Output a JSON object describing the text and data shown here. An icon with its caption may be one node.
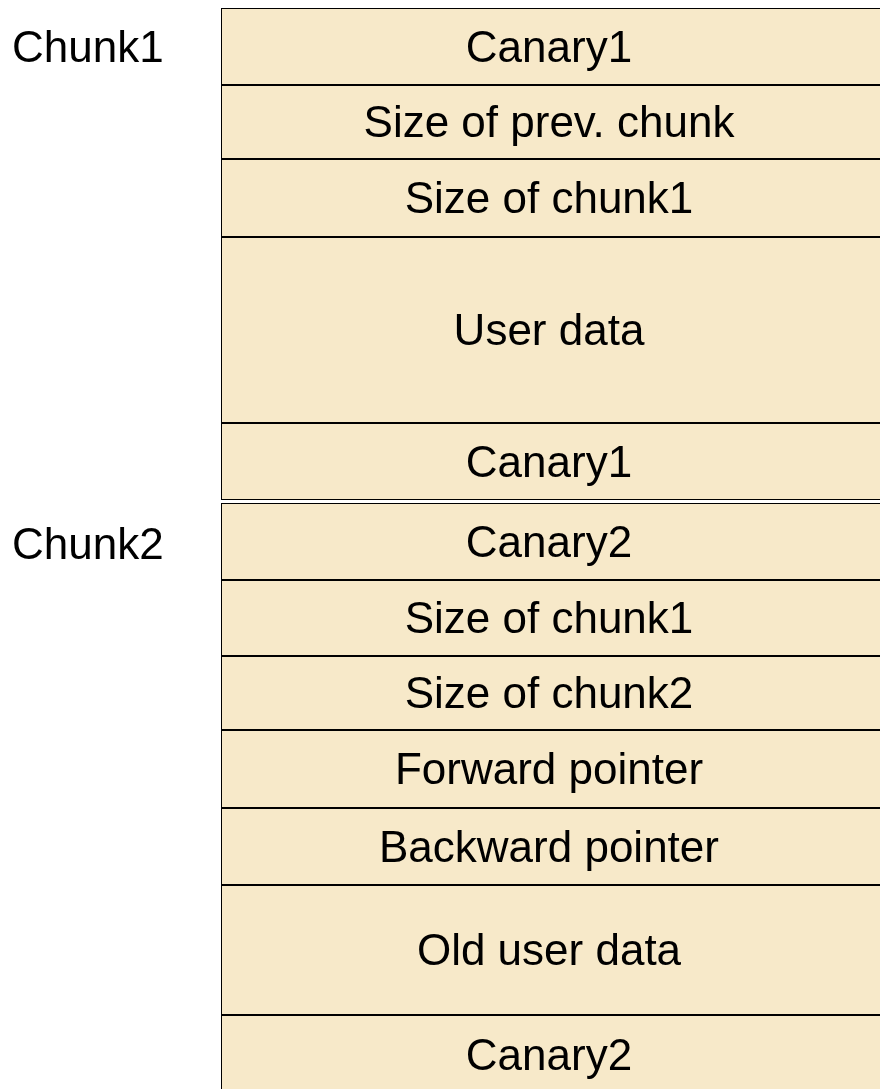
{
  "diagram": {
    "nodes": [
      {
        "text": [
          "Canary1"
        ]
      },
      {
        "text": [
          "Size of prev. chunk"
        ]
      },
      {
        "text": [
          "Size of chunk1"
        ]
      },
      {
        "text": [
          "User data"
        ]
      },
      {
        "text": [
          "Canary1"
        ]
      },
      {
        "text": [
          "Canary2"
        ]
      },
      {
        "text": [
          "Size of chunk1"
        ]
      },
      {
        "text": [
          "Size of chunk2"
        ]
      },
      {
        "text": [
          "Forward pointer"
        ]
      },
      {
        "text": [
          "Backward pointer"
        ]
      },
      {
        "text": [
          "Old user data"
        ]
      },
      {
        "text": [
          "Canary2"
        ]
      }
    ],
    "edges": [],
    "labels": [
      "Chunk1",
      "Chunk2"
    ]
  }
}
